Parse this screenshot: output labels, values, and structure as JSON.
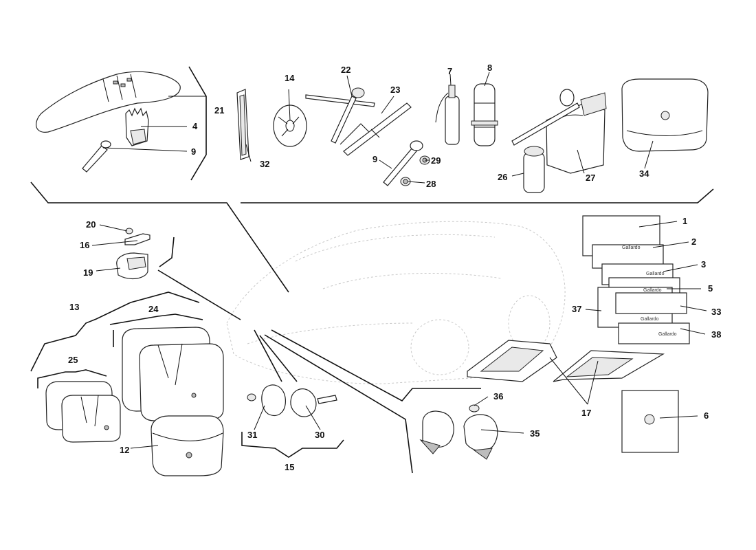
{
  "diagram": {
    "callouts": {
      "c1": "1",
      "c2": "2",
      "c3": "3",
      "c4": "4",
      "c5": "5",
      "c6": "6",
      "c7": "7",
      "c8": "8",
      "c9a": "9",
      "c9b": "9",
      "c12": "12",
      "c13": "13",
      "c14": "14",
      "c15": "15",
      "c16": "16",
      "c17": "17",
      "c19": "19",
      "c20": "20",
      "c21": "21",
      "c22": "22",
      "c23": "23",
      "c24": "24",
      "c25": "25",
      "c26": "26",
      "c27": "27",
      "c28": "28",
      "c29": "29",
      "c30": "30",
      "c31": "31",
      "c32": "32",
      "c33": "33",
      "c34": "34",
      "c35": "35",
      "c36": "36",
      "c37": "37",
      "c38": "38"
    },
    "manual_brand": "Gallardo"
  }
}
